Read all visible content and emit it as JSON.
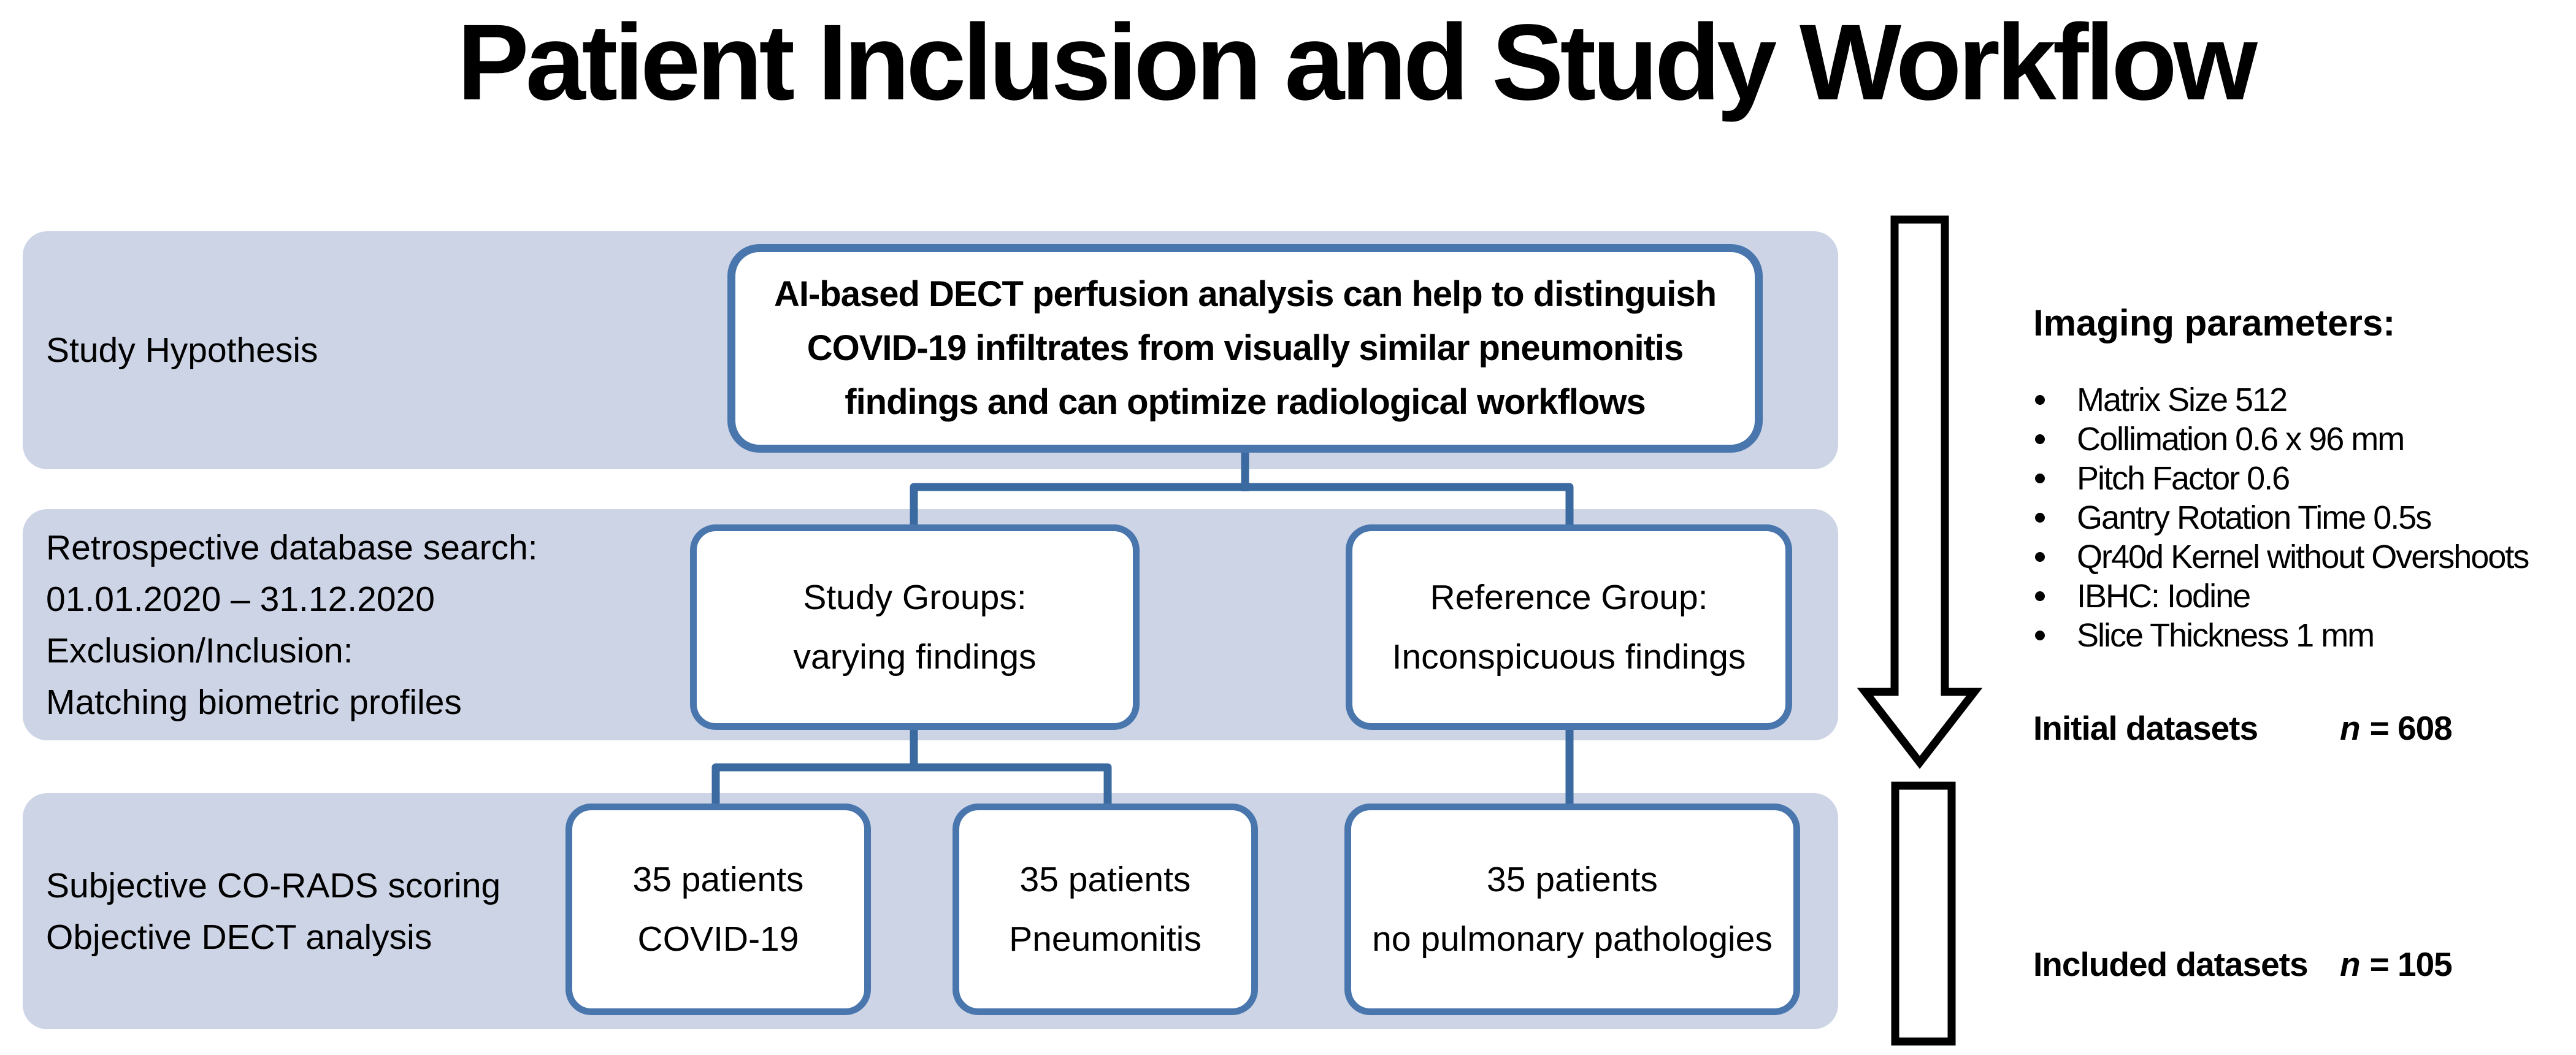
{
  "title": "Patient Inclusion and Study Workflow",
  "colors": {
    "background": "#FFFFFF",
    "band": "#CDD4E6",
    "box_border": "#4A76AE",
    "connector": "#3A6A9F",
    "box_fill": "#FFFFFF",
    "text": "#000000",
    "arrow_outline": "#000000"
  },
  "bands": [
    {
      "lines": [
        "Study Hypothesis"
      ]
    },
    {
      "lines": [
        "Retrospective database search:",
        "01.01.2020 – 31.12.2020",
        "Exclusion/Inclusion:",
        "Matching biometric profiles"
      ]
    },
    {
      "lines": [
        "Subjective CO-RADS scoring",
        "Objective DECT analysis"
      ]
    }
  ],
  "hypothesis_box": {
    "lines": [
      "AI-based DECT perfusion analysis can help to distinguish",
      "COVID-19 infiltrates from visually similar pneumonitis",
      "findings and can optimize radiological workflows"
    ]
  },
  "group_boxes": [
    {
      "lines": [
        "Study Groups:",
        "varying findings"
      ]
    },
    {
      "lines": [
        "Reference Group:",
        "Inconspicuous findings"
      ]
    }
  ],
  "patient_boxes": [
    {
      "lines": [
        "35 patients",
        "COVID-19"
      ]
    },
    {
      "lines": [
        "35 patients",
        "Pneumonitis"
      ]
    },
    {
      "lines": [
        "35 patients",
        "no pulmonary pathologies"
      ]
    }
  ],
  "right_panel": {
    "imaging_header": "Imaging parameters:",
    "bullets": [
      "Matrix Size 512",
      "Collimation 0.6 x 96 mm",
      "Pitch Factor 0.6",
      "Gantry Rotation Time 0.5s",
      "Qr40d Kernel without Overshoots",
      "IBHC: Iodine",
      "Slice Thickness 1 mm"
    ],
    "datasets": [
      {
        "label": "Initial datasets",
        "n": "n",
        "value": "= 608"
      },
      {
        "label": "Included datasets",
        "n": "n",
        "value": "= 105"
      }
    ]
  }
}
